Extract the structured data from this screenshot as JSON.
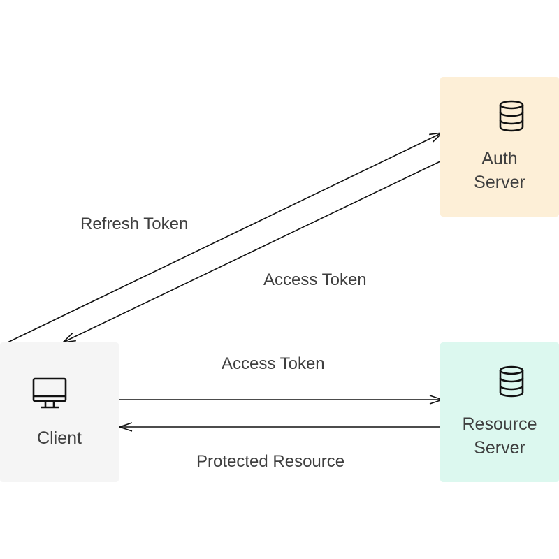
{
  "nodes": {
    "auth": {
      "label": "Auth\nServer",
      "color": "#fdefd7",
      "icon": "database-icon"
    },
    "resource": {
      "label": "Resource\nServer",
      "color": "#dcf8ef",
      "icon": "database-icon"
    },
    "client": {
      "label": "Client",
      "color": "#f5f5f5",
      "icon": "monitor-icon"
    }
  },
  "edges": {
    "refresh_token": "Refresh Token",
    "access_token_from_auth": "Access Token",
    "access_token_to_resource": "Access Token",
    "protected_resource": "Protected Resource"
  },
  "colors": {
    "line": "#111111",
    "text": "#3f3f3f"
  }
}
